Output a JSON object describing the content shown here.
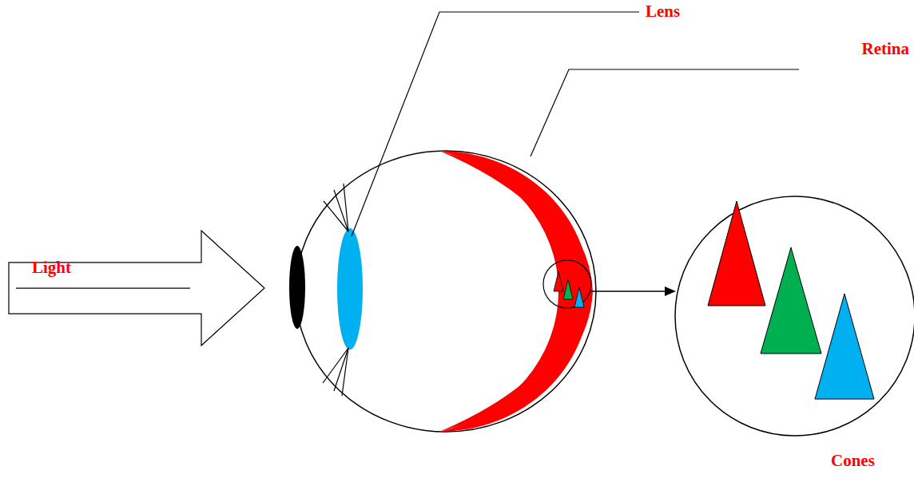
{
  "diagram": {
    "nodes": [
      {
        "text": [
          "Light"
        ]
      }
    ],
    "labels": [
      "Lens",
      "Retina",
      "Cones"
    ]
  }
}
